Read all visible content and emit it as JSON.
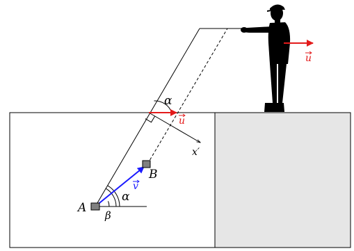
{
  "labels": {
    "point_a": "A",
    "point_b": "B",
    "angle_alpha_top": "α",
    "angle_alpha_bottom": "α",
    "angle_beta": "β",
    "axis_x_prime": "x′",
    "vector_u_person": "u",
    "vector_u_rod": "u",
    "vector_v": "v"
  },
  "colors": {
    "vector_u": "#e31b1b",
    "vector_v": "#1a1aff",
    "wall_fill": "#e6e6e6",
    "ink": "#000000",
    "block_fill": "#808080"
  }
}
